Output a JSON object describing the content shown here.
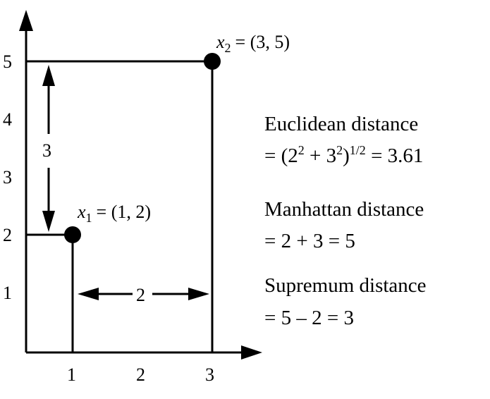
{
  "axes": {
    "x_ticks": [
      "1",
      "2",
      "3"
    ],
    "y_ticks": [
      "1",
      "2",
      "3",
      "4",
      "5"
    ]
  },
  "points": {
    "x1": {
      "var": "x",
      "sub": "1",
      "coords": "= (1, 2)",
      "x": 1,
      "y": 2
    },
    "x2": {
      "var": "x",
      "sub": "2",
      "coords": "= (3, 5)",
      "x": 3,
      "y": 5
    }
  },
  "dimensions": {
    "vertical": "3",
    "horizontal": "2"
  },
  "notes": {
    "euclidean": {
      "title": "Euclidean distance",
      "f_open": "= (2",
      "f_sup1": "2",
      "f_mid": " + 3",
      "f_sup2": "2",
      "f_close": ")",
      "f_sup3": "1/2",
      "f_end": " = 3.61"
    },
    "manhattan": {
      "title": "Manhattan distance",
      "formula": "= 2 + 3 = 5"
    },
    "supremum": {
      "title": "Supremum distance",
      "formula": "= 5 – 2 = 3"
    }
  }
}
